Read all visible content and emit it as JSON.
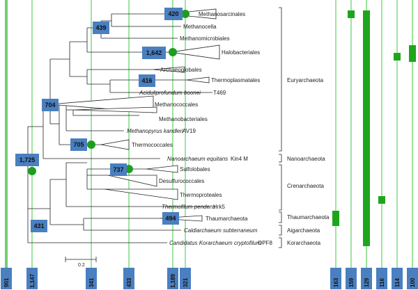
{
  "colors": {
    "marker_line": "#3cc83c",
    "marker_dot": "#1e9e1e",
    "box_fill": "#4a7fc0",
    "tree": "#222222",
    "bar_fill": "#1ea51e"
  },
  "scale_bar_label": "0.2",
  "taxa": {
    "methanosarcinales": "Methanosarcinales",
    "methanocella": "Methanocella",
    "methanomicrobiales": "Methanomicrobiales",
    "halobacteriales": "Halobacteriales",
    "archaeoglobales": "Archaeoglobales",
    "thermoplasmatales": "Thermoplasmatales",
    "aciduliprofundum": "Aciduliprofundum boonei",
    "aciduliprofundum_strain": "T469",
    "methanococcales": "Methanococcales",
    "methanobacteriales": "Methanobacteriales",
    "methanopyrus": "Methanopyrus kandleri",
    "methanopyrus_strain": "AV19",
    "thermococcales": "Thermococcales",
    "nanoarchaeum": "Nanoarchaeum equitans",
    "nanoarchaeum_strain": "Kin4 M",
    "sulfolobales": "Sulfolobales",
    "desulfurococcales": "Desulfurococcales",
    "thermoproteales": "Thermoproteales",
    "thermofilum": "Thermofilum pendens",
    "thermofilum_strain": "Hrk5",
    "thaumarchaeota": "Thaumarchaeota",
    "caldiarchaeum": "Caldiarchaeum subterraneum",
    "korarchaeum": "Candidatus Korarchaeum cryptofilum",
    "korarchaeum_strain": "OPF8"
  },
  "groups": {
    "euryarchaeota": "Euryarchaeota",
    "nanoarchaeota": "Nanoarchaeota",
    "crenarchaeota": "Crenarchaeota",
    "thaumarchaeota": "Thaumarchaeota",
    "aigarchaeota": "Aigarchaeota",
    "korarchaeota": "Korarchaeota"
  },
  "node_counts": {
    "n420": "420",
    "n439": "439",
    "n1642": "1,642",
    "n416": "416",
    "n704": "704",
    "n705": "705",
    "n1725": "1,725",
    "n737": "737",
    "n494": "494",
    "n431": "431"
  },
  "axis_counts": {
    "c901": "901",
    "c1147": "1,147",
    "c341": "341",
    "c433": "433",
    "c1189": "1,189",
    "c321": "321",
    "c163": "163",
    "c159": "159",
    "c129": "129",
    "c116": "116",
    "c114": "114",
    "c100": "100"
  }
}
